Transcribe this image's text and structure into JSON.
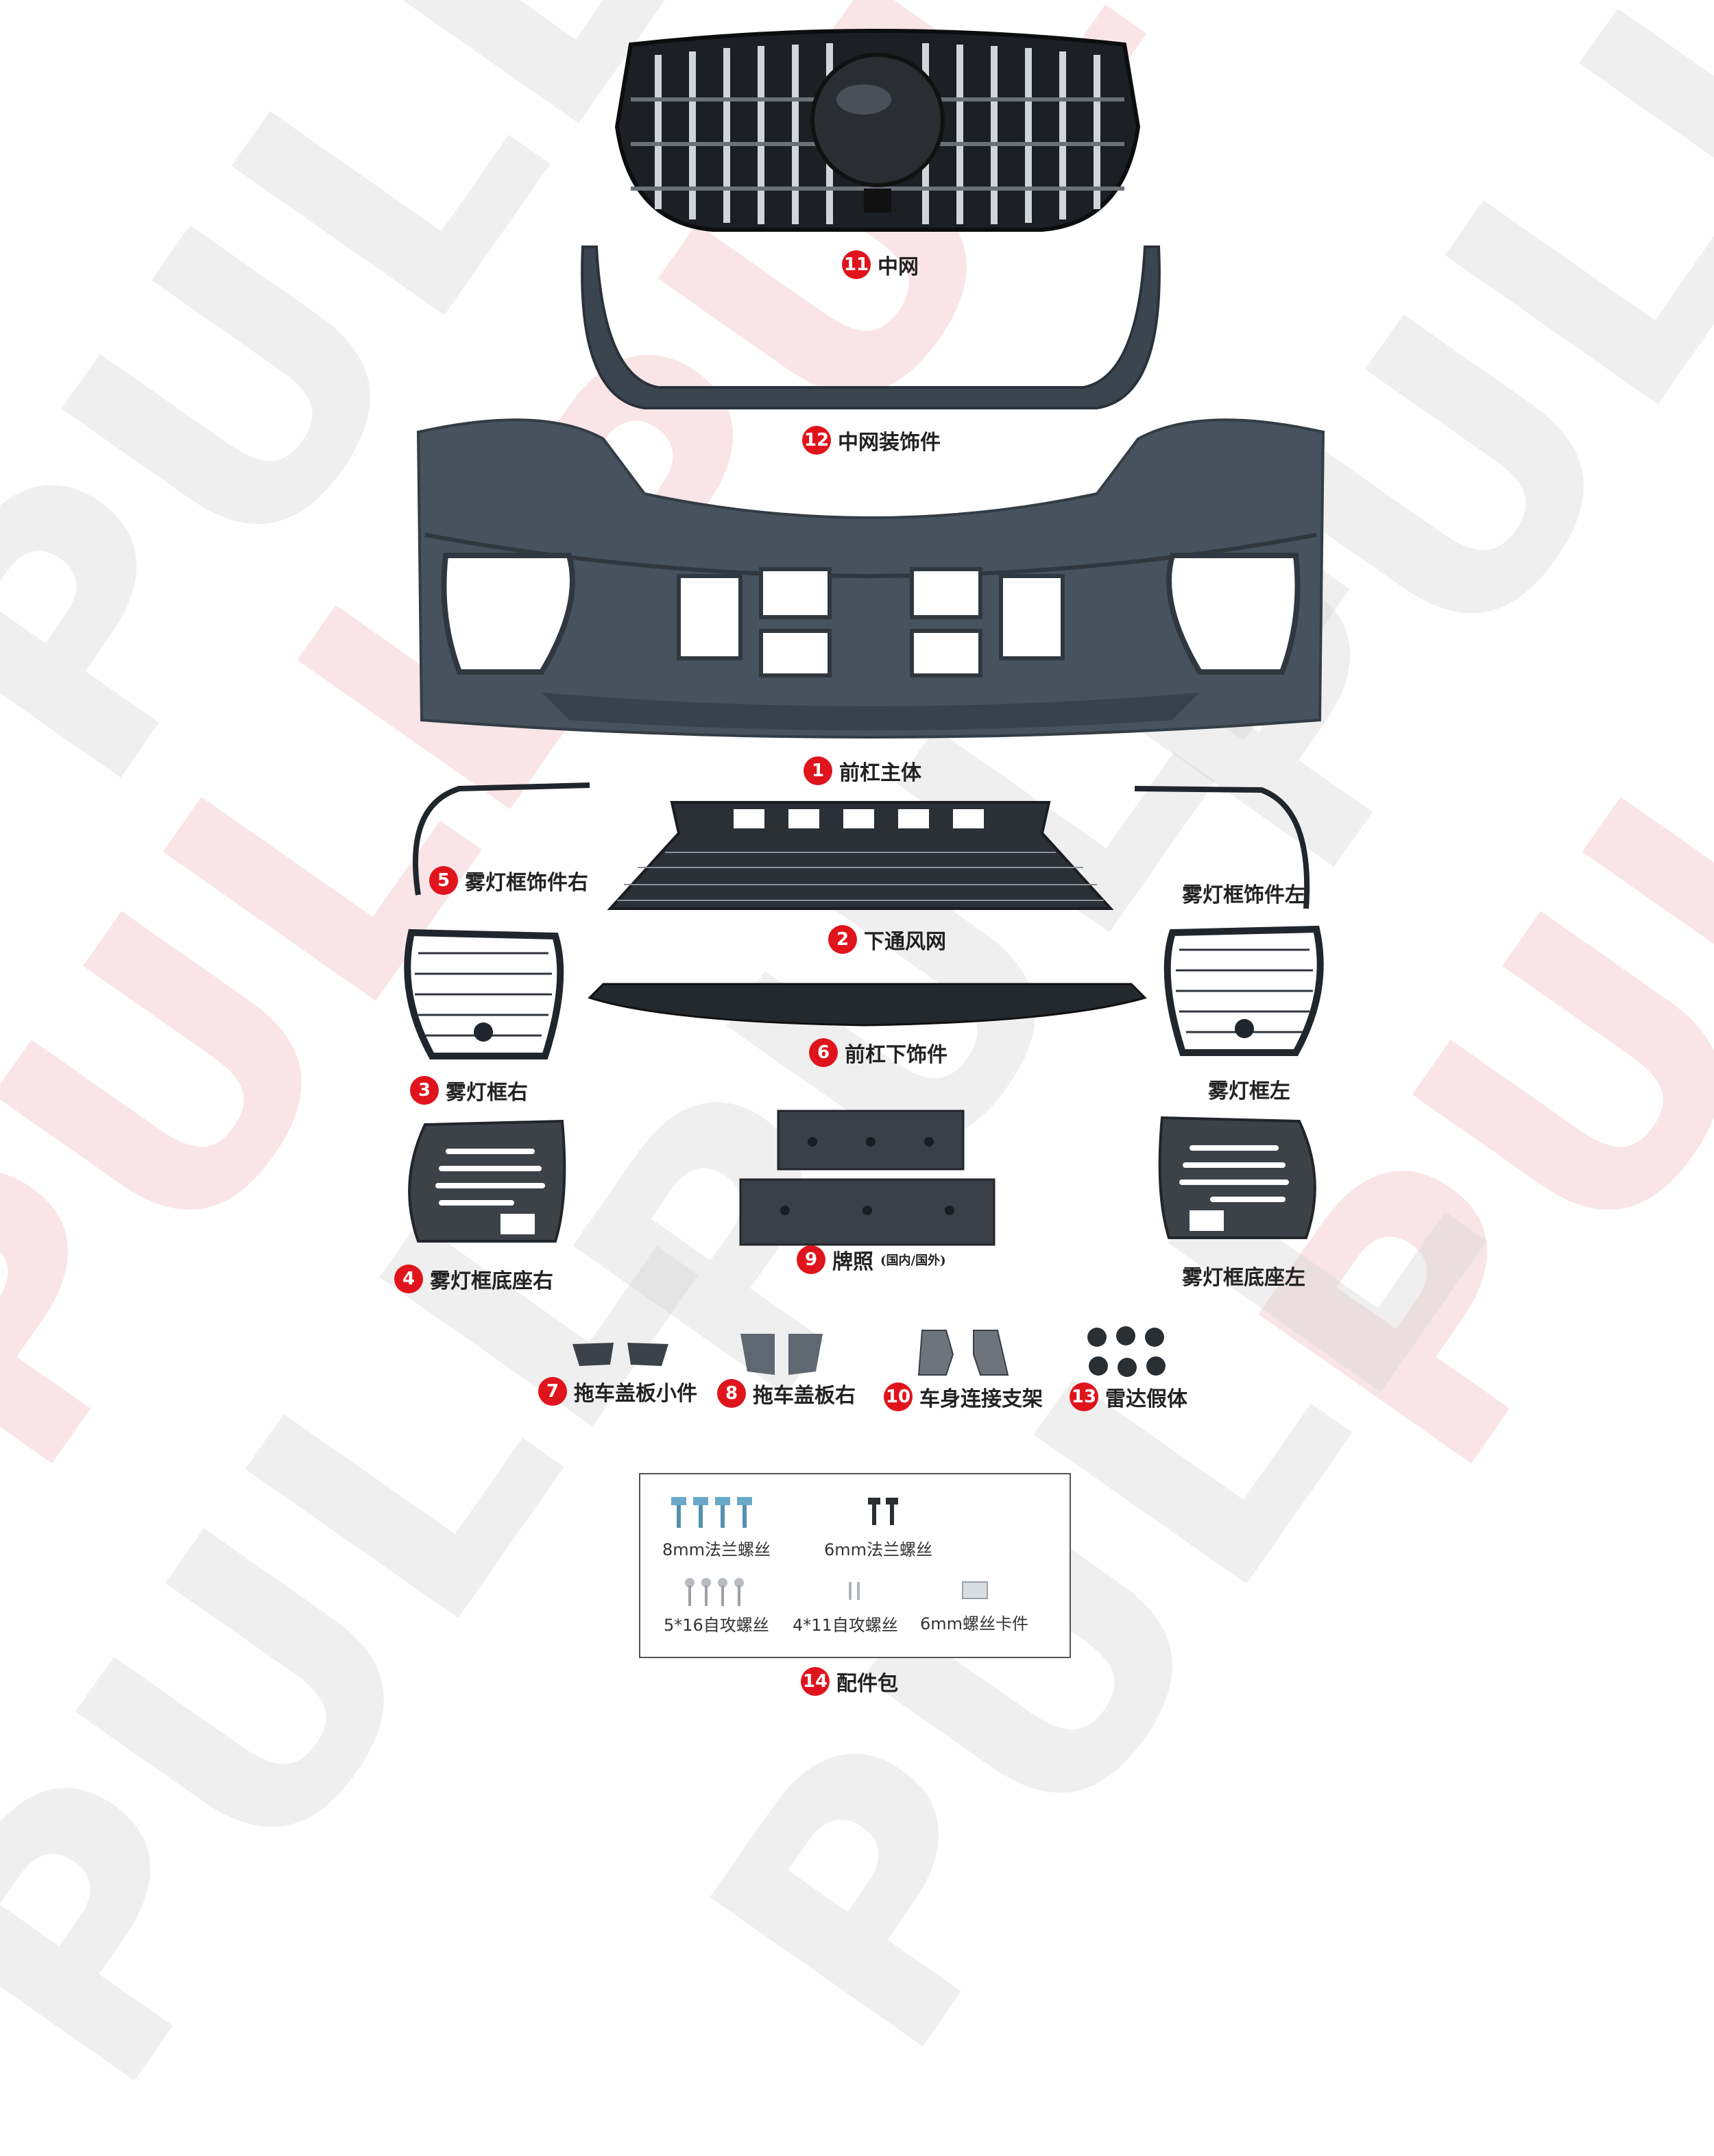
{
  "watermark": "PULL",
  "parts": {
    "p11": {
      "num": "11",
      "name": "中网"
    },
    "p12": {
      "num": "12",
      "name": "中网装饰件"
    },
    "p1": {
      "num": "1",
      "name": "前杠主体"
    },
    "p5": {
      "num": "5",
      "name": "雾灯框饰件右"
    },
    "p5l": {
      "name": "雾灯框饰件左"
    },
    "p2": {
      "num": "2",
      "name": "下通风网"
    },
    "p6": {
      "num": "6",
      "name": "前杠下饰件"
    },
    "p3": {
      "num": "3",
      "name": "雾灯框右"
    },
    "p3l": {
      "name": "雾灯框左"
    },
    "p4": {
      "num": "4",
      "name": "雾灯框底座右"
    },
    "p4l": {
      "name": "雾灯框底座左"
    },
    "p9": {
      "num": "9",
      "name": "牌照",
      "note": "(国内/国外)"
    },
    "p7": {
      "num": "7",
      "name": "拖车盖板小件"
    },
    "p8": {
      "num": "8",
      "name": "拖车盖板右"
    },
    "p10": {
      "num": "10",
      "name": "车身连接支架"
    },
    "p13": {
      "num": "13",
      "name": "雷达假体"
    },
    "p14": {
      "num": "14",
      "name": "配件包"
    }
  },
  "accessories": {
    "a1": "8mm法兰螺丝",
    "a2": "6mm法兰螺丝",
    "a3": "5*16自攻螺丝",
    "a4": "4*11自攻螺丝",
    "a5": "6mm螺丝卡件"
  },
  "colors": {
    "badge": "#e0141c",
    "part": "#3e4a55",
    "chrome": "#c9ced3"
  }
}
